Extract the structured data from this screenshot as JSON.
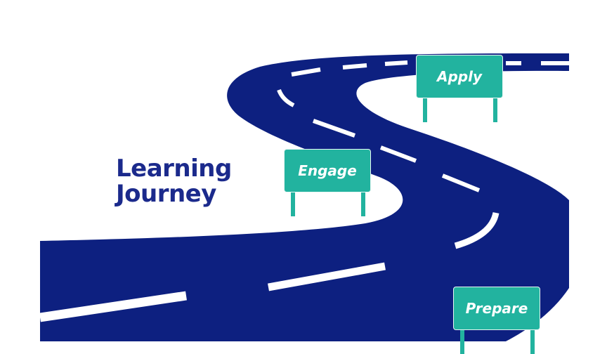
{
  "title": {
    "line1": "Learning",
    "line2": "Journey"
  },
  "signs": {
    "apply": "Apply",
    "engage": "Engage",
    "prepare": "Prepare"
  },
  "colors": {
    "road": "#0d2080",
    "sign": "#22b39f",
    "title": "#1b2a8c",
    "dash": "#ffffff"
  }
}
